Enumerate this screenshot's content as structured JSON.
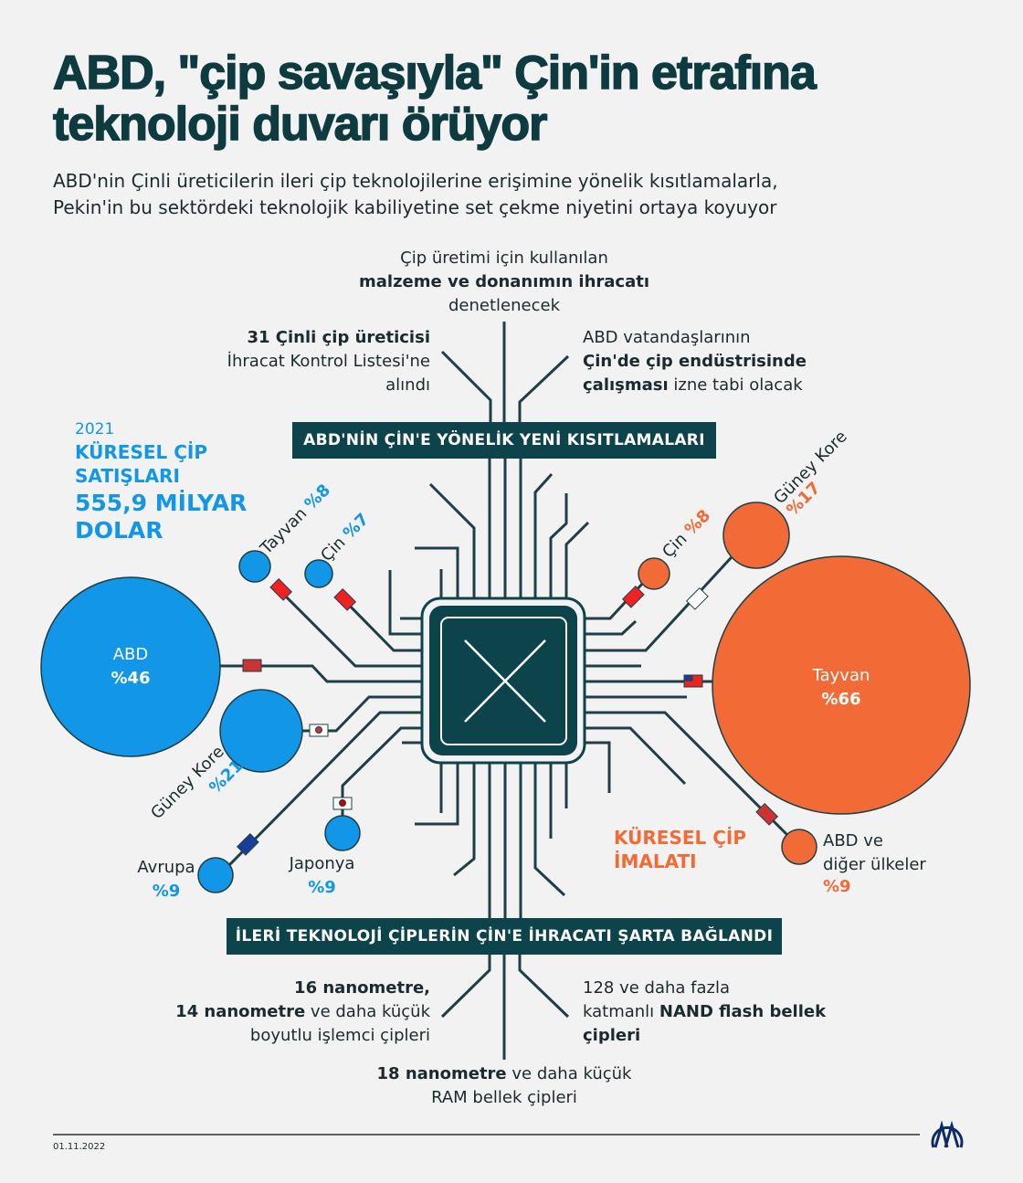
{
  "title": "ABD, \"çip savaşıyla\" Çin'in etrafına teknoloji duvarı örüyor",
  "subtitle": "ABD'nin Çinli üreticilerin ileri çip teknolojilerine erişimine yönelik kısıtlamalarla, Pekin'in bu sektördeki teknolojik kabiliyetine set çekme niyetini ortaya koyuyor",
  "top_notes": {
    "center": {
      "l1": "Çip üretimi için kullanılan",
      "bold": "malzeme ve donanımın ihracatı",
      "l3": "denetlenecek"
    },
    "left": {
      "bold": "31 Çinli çip üreticisi",
      "l2": "İhracat Kontrol Listesi'ne",
      "l3": "alındı"
    },
    "right": {
      "l1": "ABD vatandaşlarının",
      "bold1": "Çin'de çip endüstrisinde",
      "bold2": "çalışması",
      "rest": " izne tabi olacak"
    }
  },
  "header_top": "ABD'NİN ÇİN'E YÖNELİK YENİ KISITLAMALARI",
  "header_bottom": "İLERİ TEKNOLOJİ ÇİPLERİN ÇİN'E İHRACATI ŞARTA BAĞLANDI",
  "sales": {
    "year": "2021",
    "title1": "KÜRESEL ÇİP",
    "title2": "SATIŞLARI",
    "value1": "555,9 MİLYAR",
    "value2": "DOLAR",
    "items": [
      {
        "name": "ABD",
        "pct": "%46"
      },
      {
        "name": "Güney Kore",
        "pct": "%21"
      },
      {
        "name": "Tayvan",
        "pct": "%8"
      },
      {
        "name": "Çin",
        "pct": "%7"
      },
      {
        "name": "Japonya",
        "pct": "%9"
      },
      {
        "name": "Avrupa",
        "pct": "%9"
      }
    ]
  },
  "manufacturing": {
    "title1": "KÜRESEL ÇİP",
    "title2": "İMALATI",
    "items": [
      {
        "name": "Tayvan",
        "pct": "%66"
      },
      {
        "name": "Güney Kore",
        "pct": "%17"
      },
      {
        "name": "Çin",
        "pct": "%8"
      },
      {
        "name": "ABD ve",
        "name2": "diğer ülkeler",
        "pct": "%9"
      }
    ]
  },
  "bottom_notes": {
    "left": {
      "bold1": "16 nanometre,",
      "bold2": "14 nanometre",
      "rest": " ve daha küçük",
      "l3": "boyutlu işlemci çipleri"
    },
    "right": {
      "l1": "128 ve daha fazla",
      "pre": "katmanlı ",
      "bold": "NAND flash bellek",
      "bold2": "çipleri"
    },
    "center": {
      "bold": "18 nanometre",
      "rest": " ve daha küçük",
      "l2": "RAM bellek çipleri"
    }
  },
  "date": "01.11.2022",
  "logo": "AA",
  "colors": {
    "teal": "#0d444b",
    "blue": "#1296e8",
    "orange": "#f26a35"
  }
}
